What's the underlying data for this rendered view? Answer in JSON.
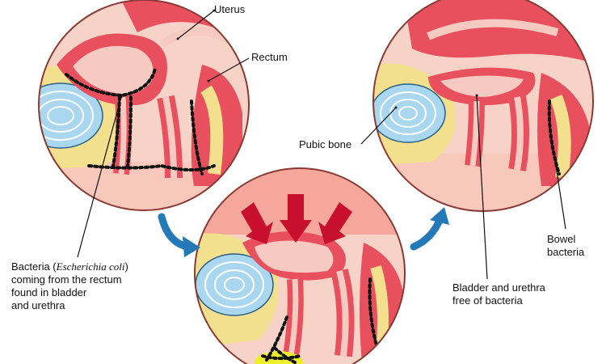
{
  "labels": {
    "uterus": "Uterus",
    "rectum": "Rectum",
    "pubic_bone": "Pubic bone",
    "bowel_bacteria": [
      "Bowel",
      "bacteria"
    ],
    "bacteria_caption": {
      "line1_prefix": "Bacteria (",
      "line1_species": "Escherichia coli",
      "line1_suffix": ")",
      "line2": "coming from the rectum",
      "line3": "found in bladder",
      "line4": "and urethra"
    },
    "free_caption": [
      "Bladder and urethra",
      "free of bacteria"
    ]
  },
  "colors": {
    "flesh": "#f4a79a",
    "muscle": "#e8505e",
    "lining": "#f6c9c1",
    "fat": "#f3e08e",
    "bone": "#a9d7ef",
    "skin": "#f7d2c6",
    "bacteria": "#111111",
    "flow_arrow": "#2479b8",
    "pressure_arrow": "#c8102e",
    "highlight": "#eef12a"
  }
}
